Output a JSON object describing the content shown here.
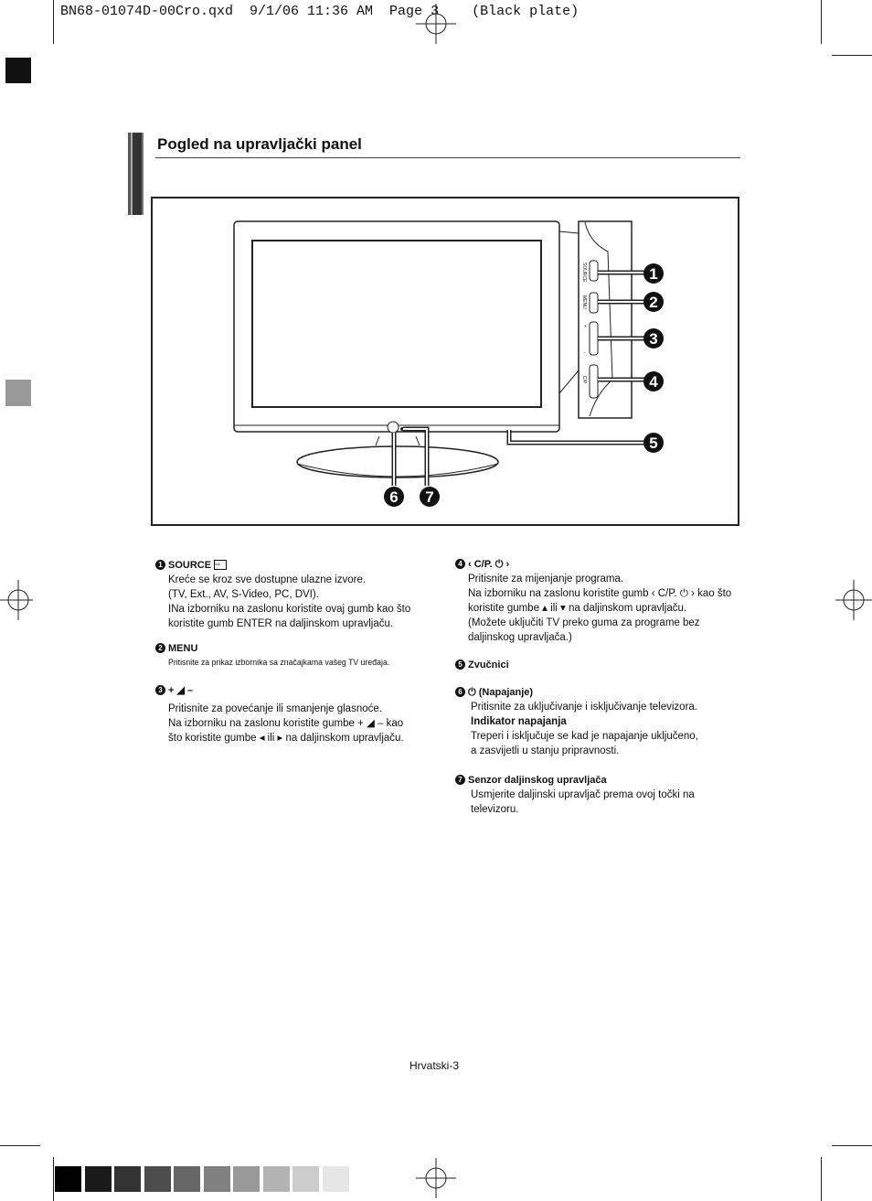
{
  "print_header": "BN68-01074D-00Cro.qxd  9/1/06 11:36 AM  Page 3    (Black plate)",
  "title": "Pogled na upravljački panel",
  "figure": {
    "callouts": [
      "1",
      "2",
      "3",
      "4",
      "5",
      "6",
      "7"
    ],
    "side_labels": [
      "SOURCE",
      "MENU",
      "+",
      "-",
      "C/P"
    ]
  },
  "items": [
    {
      "num": "1",
      "title": "SOURCE",
      "lines": [
        "Kreće se kroz sve dostupne ulazne izvore.",
        "(TV, Ext., AV, S-Video, PC, DVI).",
        "INa izborniku na zaslonu koristite ovaj gumb kao što",
        "koristite gumb ENTER na daljinskom upravljaču."
      ]
    },
    {
      "num": "2",
      "title": "MENU",
      "lines": [
        "Pritisnite za prikaz izbornika sa značajkama vašeg TV uređaja."
      ]
    },
    {
      "num": "3",
      "title": "+ ◢ –",
      "lines": [
        "Pritisnite za povećanje ili smanjenje glasnoće.",
        "Na izborniku na zaslonu koristite gumbe + ◢ – kao",
        "što koristite gumbe ◂ ili ▸ na daljinskom upravljaču."
      ]
    },
    {
      "num": "4",
      "title": "‹ C/P. ⏻ ›",
      "lines": [
        "Pritisnite za mijenjanje programa.",
        "Na izborniku na zaslonu koristite gumb ‹ C/P. ⏻ › kao što",
        "koristite gumbe ▴ ili ▾ na daljinskom upravljaču.",
        "(Možete uključiti TV preko guma za programe bez",
        "daljinskog upravljača.)"
      ]
    },
    {
      "num": "5",
      "title": "Zvučnici",
      "lines": []
    },
    {
      "num": "6",
      "title": "⏻ (Napajanje)",
      "lines": [
        "Pritisnite za uključivanje i isključivanje televizora.",
        "Indikator napajanja",
        "Treperi i isključuje se kad je napajanje uključeno,",
        "a zasvijetli u stanju pripravnosti."
      ]
    },
    {
      "num": "7",
      "title": "Senzor daljinskog upravljača",
      "lines": [
        "Usmjerite daljinski upravljač prema ovoj točki na",
        "televizoru."
      ]
    }
  ],
  "footer": "Hrvatski-3",
  "swatch_colors": [
    "#000000",
    "#1a1a1a",
    "#333333",
    "#4d4d4d",
    "#666666",
    "#808080",
    "#999999",
    "#b3b3b3",
    "#cccccc",
    "#e6e6e6"
  ]
}
